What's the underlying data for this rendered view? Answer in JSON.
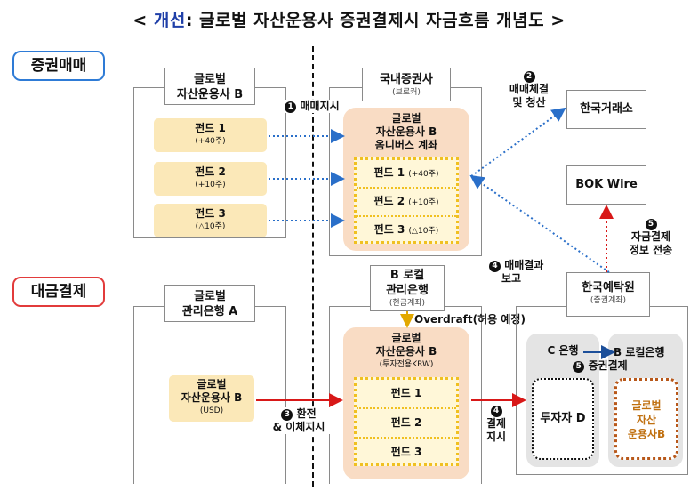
{
  "title": {
    "bracket_open": "<",
    "highlight": "개선",
    "rest": ": 글로벌 자산운용사 증권결제시 자금흐름 개념도",
    "bracket_close": ">"
  },
  "sections": {
    "securities_trading": "증권매매",
    "payment_settlement": "대금결제"
  },
  "trading": {
    "global_am_title_line1": "글로벌",
    "global_am_title_line2": "자산운용사 B",
    "funds": [
      {
        "name": "펀드 1",
        "qty": "(+40주)"
      },
      {
        "name": "펀드 2",
        "qty": "(+10주)"
      },
      {
        "name": "펀드 3",
        "qty": "(△10주)"
      }
    ],
    "domestic_broker": {
      "name": "국내증권사",
      "sub": "(브로커)"
    },
    "omnibus": {
      "line1": "글로벌",
      "line2": "자산운용사 B",
      "line3": "옴니버스 계좌"
    },
    "omnibus_funds": [
      {
        "name": "펀드 1",
        "qty": "(+40주)"
      },
      {
        "name": "펀드 2",
        "qty": "(+10주)"
      },
      {
        "name": "펀드 3",
        "qty": "(△10주)"
      }
    ],
    "krx": "한국거래소",
    "bok_wire": "BOK Wire",
    "step1": {
      "num": "1",
      "label": "매매지시"
    },
    "step2": {
      "num": "2",
      "line1": "매매체결",
      "line2": "및 청산"
    },
    "step4": {
      "num": "4",
      "line1": "매매결과",
      "line2": "보고"
    },
    "step5": {
      "num": "5",
      "line1": "자금결제",
      "line2": "정보 전송"
    }
  },
  "payment": {
    "global_custodian": {
      "line1": "글로벌",
      "line2": "관리은행 A"
    },
    "global_am_usd": {
      "line1": "글로벌",
      "line2": "자산운용사 B",
      "sub": "(USD)"
    },
    "local_custodian": {
      "line1": "B 로컬",
      "line2": "관리은행",
      "sub": "(현금계좌)"
    },
    "overdraft": "Overdraft(허용 예정)",
    "krw_account": {
      "line1": "글로벌",
      "line2": "자산운용사 B",
      "sub": "(투자전용KRW)"
    },
    "krw_funds": [
      "펀드 1",
      "펀드 2",
      "펀드 3"
    ],
    "ksd": {
      "name": "한국예탁원",
      "sub": "(증권계좌)"
    },
    "bank_c": "C 은행",
    "b_local_bank": "B 로컬은행",
    "securities_settlement": {
      "num": "5",
      "label": "증권결제"
    },
    "investor_d": "투자자 D",
    "global_am_brown": {
      "line1": "글로벌",
      "line2": "자산",
      "line3": "운용사B"
    },
    "step3": {
      "num": "3",
      "line1": "환전",
      "line2": "& 이체지시"
    },
    "step4_pay": {
      "num": "4",
      "line1": "결제",
      "line2": "지시"
    }
  },
  "colors": {
    "accent_blue": "#2e7bd6",
    "accent_red": "#e23b3b",
    "title_blue": "#1f3fa8",
    "fund_fill": "#fbe8b8",
    "peach_fill": "#f9dcc4",
    "dot_yellow": "#f0c020",
    "arrow_red": "#d81818",
    "arrow_blue": "#2a6fc9",
    "brown": "#b8581a"
  }
}
